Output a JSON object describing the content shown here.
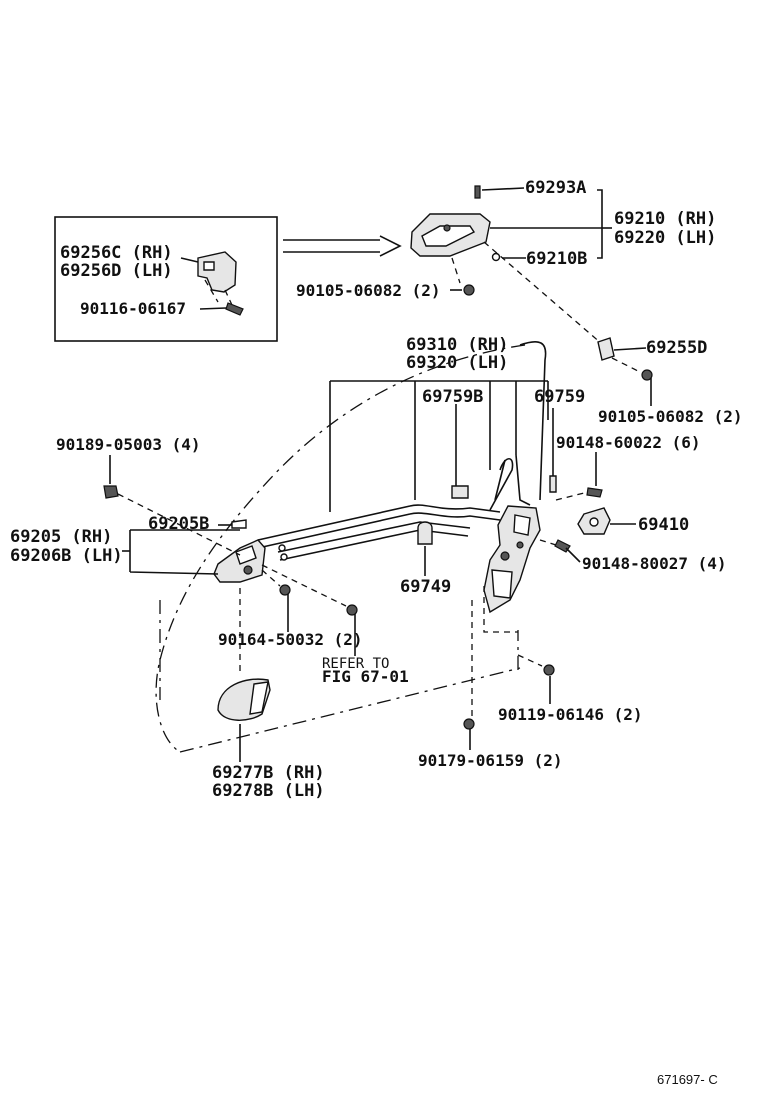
{
  "labels": {
    "p69293A": "69293A",
    "p69210": "69210 (RH)",
    "p69220": "69220 (LH)",
    "p69210B": "69210B",
    "p69256C": "69256C (RH)",
    "p69256D": "69256D (LH)",
    "p90116": "90116-06167",
    "p90105a": "90105-06082 (2)",
    "p69310": "69310 (RH)",
    "p69320": "69320 (LH)",
    "p69255D": "69255D",
    "p90105b": "90105-06082 (2)",
    "p69759B": "69759B",
    "p69759": "69759",
    "p90189": "90189-05003 (4)",
    "p90148a": "90148-60022 (6)",
    "p69205B": "69205B",
    "p69205": "69205 (RH)",
    "p69206B": "69206B (LH)",
    "p69410": "69410",
    "p90148b": "90148-80027 (4)",
    "p69749": "69749",
    "p90164": "90164-50032 (2)",
    "refer1": "REFER TO",
    "refer2": "FIG 67-01",
    "p90119": "90119-06146 (2)",
    "p90179": "90179-06159 (2)",
    "p69277B": "69277B (RH)",
    "p69278B": "69278B (LH)"
  },
  "figure_id": "671697- C"
}
